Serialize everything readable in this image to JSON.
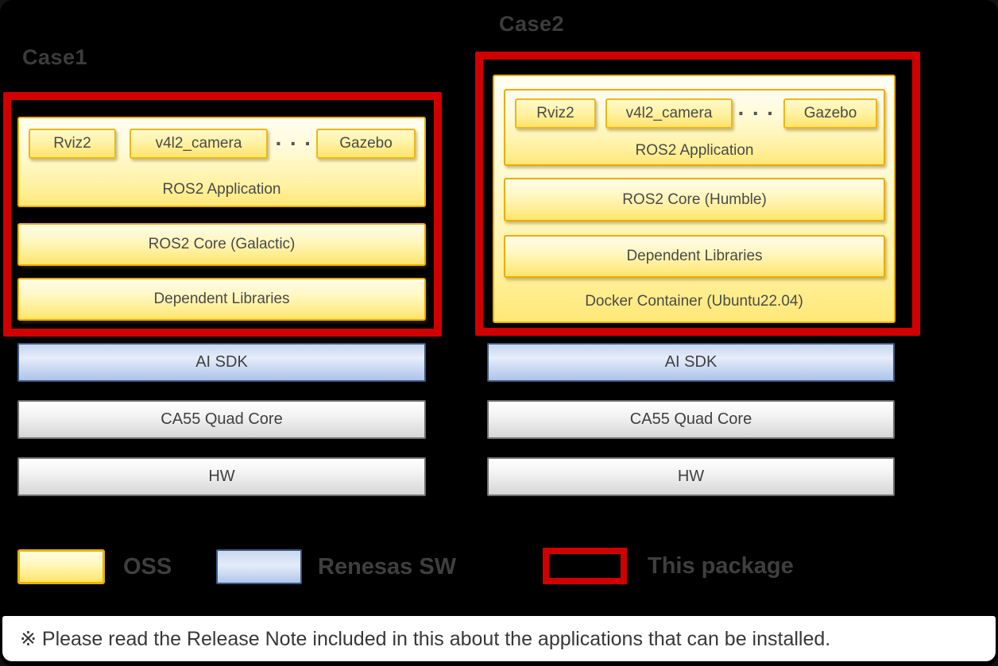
{
  "colors": {
    "package_red": "#d10000",
    "oss_border": "#e9ad00",
    "oss_yellow": "#ffe469",
    "renesas_border": "#3c5a80",
    "renesas_blue": "#b0c6ea"
  },
  "case1": {
    "label": "Case1",
    "app_panel": {
      "chips": [
        "Rviz2",
        "v4l2_camera",
        "Gazebo"
      ],
      "ellipsis": "···",
      "title": "ROS2 Application"
    },
    "core": "ROS2 Core (Galactic)",
    "deps": "Dependent Libraries"
  },
  "case2": {
    "label": "Case2",
    "app_panel": {
      "chips": [
        "Rviz2",
        "v4l2_camera",
        "Gazebo"
      ],
      "ellipsis": "···",
      "title": "ROS2 Application"
    },
    "core": "ROS2 Core (Humble)",
    "deps": "Dependent Libraries",
    "container_title": "Docker Container (Ubuntu22.04)"
  },
  "platform": {
    "ai_sdk": "AI SDK",
    "cpu": "CA55 Quad Core",
    "hw": "HW"
  },
  "legend": {
    "oss": "OSS",
    "renesas": "Renesas SW",
    "this_package": "This package"
  },
  "note": "※ Please read the Release Note included in this about the applications that can be installed."
}
